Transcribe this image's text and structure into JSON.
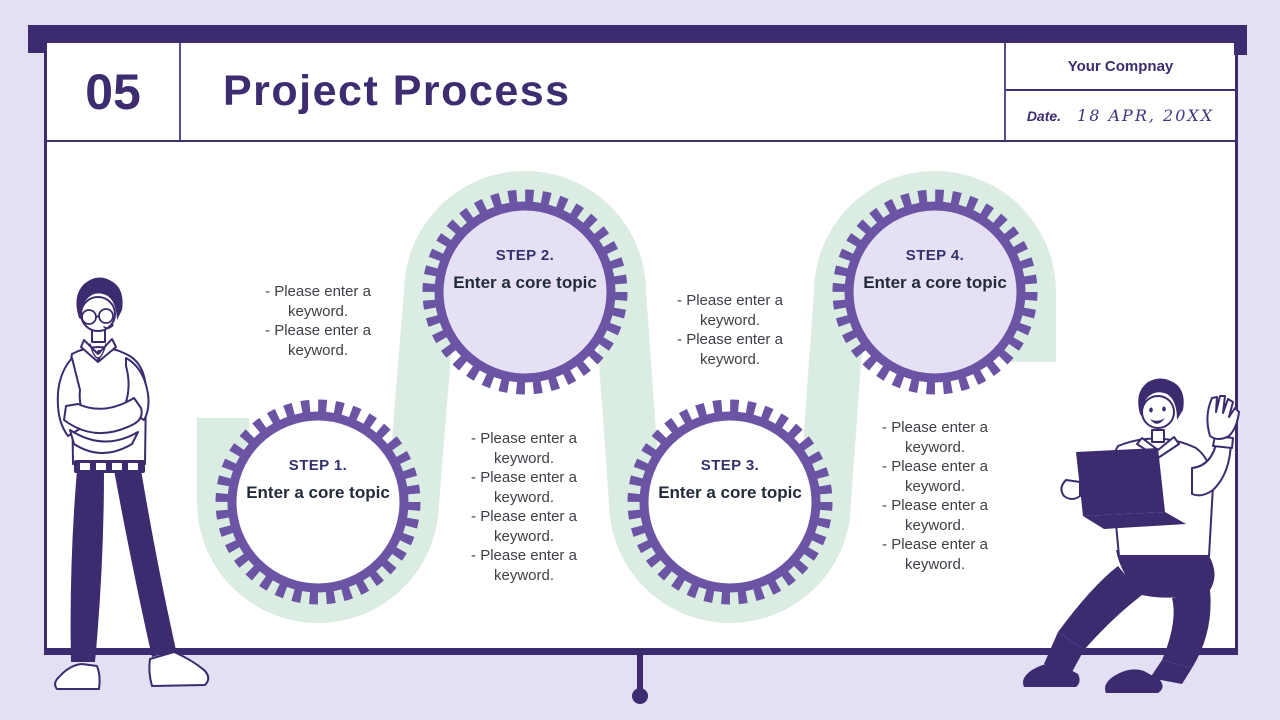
{
  "colors": {
    "background": "#E4E0F4",
    "frame_dark_purple": "#3C2B6E",
    "title_text": "#3D2C6F",
    "gear_ring_purple": "#6A54A3",
    "gear_fill_lavender": "#E6E0F5",
    "gear_fill_white": "#FFFFFF",
    "process_path_mint": "#DBEDE2",
    "keyword_text": "#3F4047"
  },
  "header": {
    "section_number": "05",
    "title": "Project Process",
    "company": "Your Compnay",
    "date_label": "Date.",
    "date_value": "18 APR, 20XX"
  },
  "steps": [
    {
      "label": "STEP 1.",
      "topic": "Enter a core topic"
    },
    {
      "label": "STEP 2.",
      "topic": "Enter a core topic"
    },
    {
      "label": "STEP 3.",
      "topic": "Enter a core topic"
    },
    {
      "label": "STEP 4.",
      "topic": "Enter a core topic"
    }
  ],
  "keyword_groups": [
    {
      "items": [
        "- Please enter a keyword.",
        "- Please enter a keyword."
      ]
    },
    {
      "items": [
        "- Please enter a keyword.",
        "- Please enter a keyword.",
        "- Please enter a keyword.",
        "- Please enter a keyword."
      ]
    },
    {
      "items": [
        "- Please enter a keyword.",
        "- Please enter a keyword."
      ]
    },
    {
      "items": [
        "- Please enter a keyword.",
        "- Please enter a keyword.",
        "- Please enter a keyword.",
        "- Please enter a keyword."
      ]
    }
  ]
}
